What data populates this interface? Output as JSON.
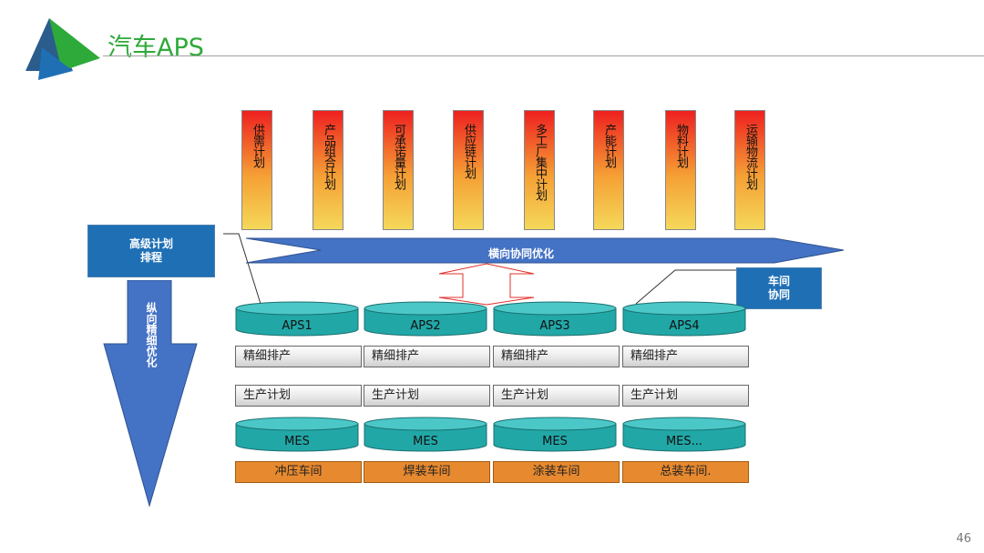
{
  "header": {
    "title": "汽车APS"
  },
  "pillars": [
    "供需计划",
    "产品组合计划",
    "可承诺量计划",
    "供应链计划",
    "多工厂集中计划",
    "产能计划",
    "物料计划",
    "运输物流计划"
  ],
  "left_box": {
    "line1": "高级计划",
    "line2": "排程"
  },
  "vertical_arrow": "纵向精细优化",
  "horizontal_arrow": "横向协同优化",
  "workshop_box": {
    "line1": "车间",
    "line2": "协同"
  },
  "aps": [
    "APS1",
    "APS2",
    "APS3",
    "APS4"
  ],
  "fine_schedule": [
    "精细排产",
    "精细排产",
    "精细排产",
    "精细排产"
  ],
  "prod_plan": [
    "生产计划",
    "生产计划",
    "生产计划",
    "生产计划"
  ],
  "mes": [
    "MES",
    "MES",
    "MES",
    "MES..."
  ],
  "workshops": [
    "冲压车间",
    "焊装车间",
    "涂装车间",
    "总装车间."
  ],
  "colors": {
    "title": "#2eaa3a",
    "blue": "#1f6fb5",
    "arrow": "#4472c4",
    "cylinder": "#22a7a7",
    "orange": "#e7892f"
  },
  "page_number": "46"
}
